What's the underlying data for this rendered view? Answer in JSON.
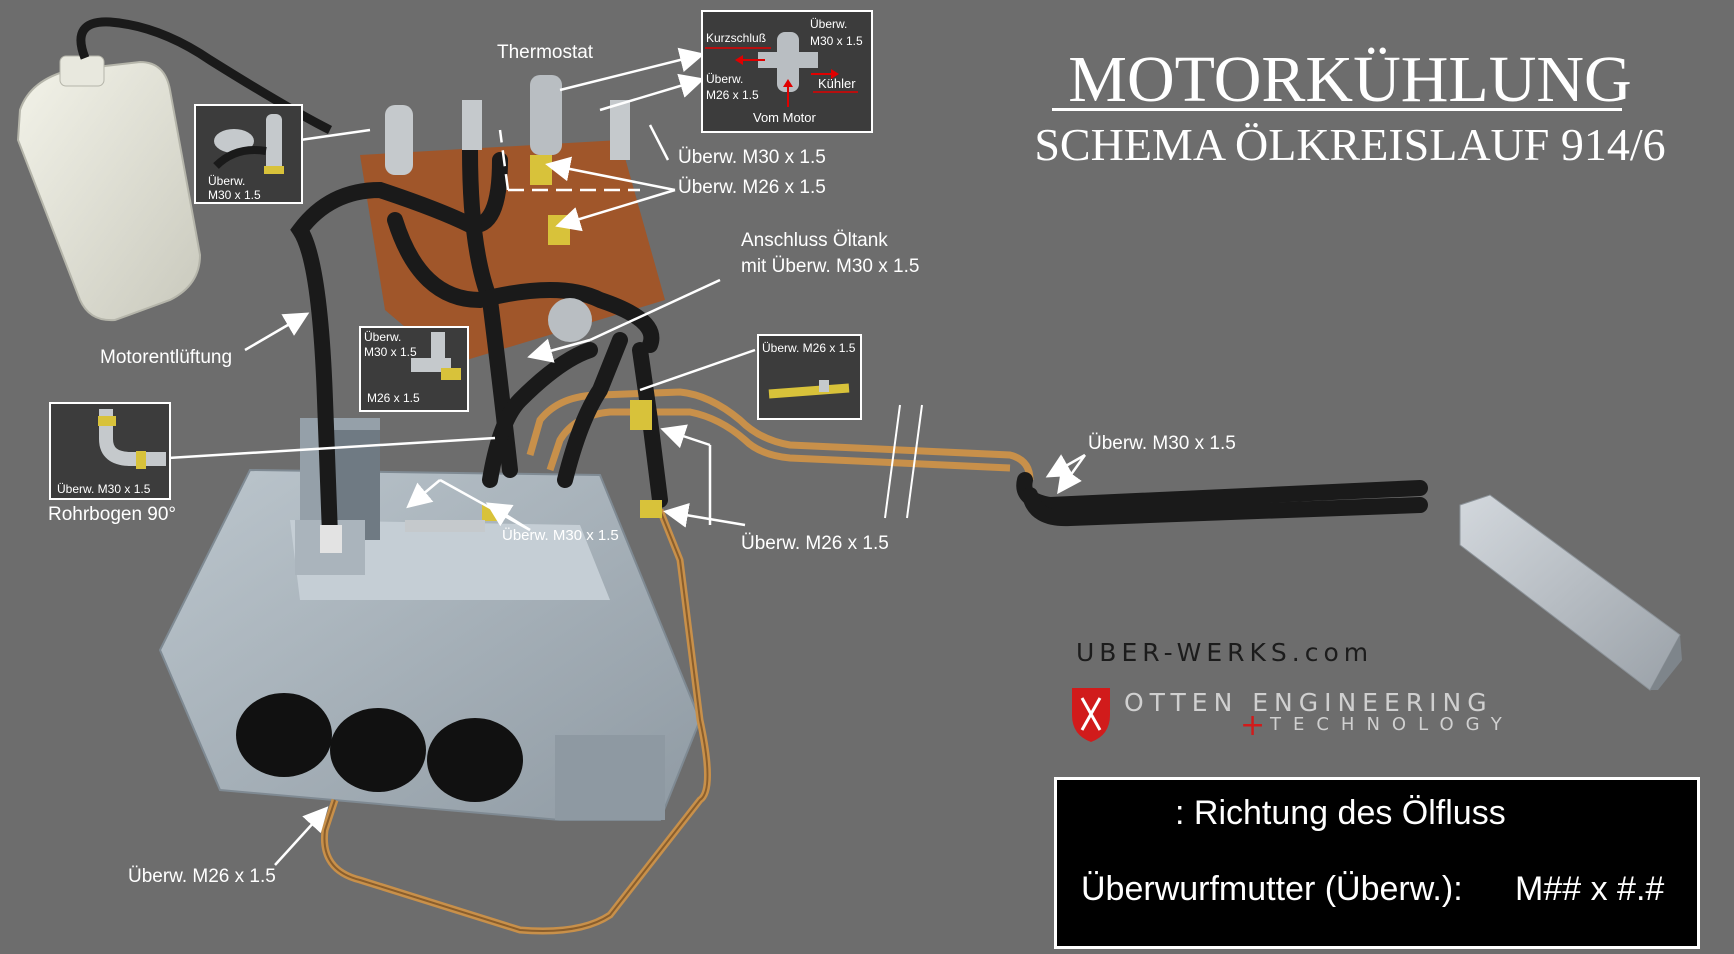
{
  "title": {
    "main": "MOTORKÜHLUNG",
    "sub": "SCHEMA ÖLKREISLAUF 914/6"
  },
  "labels": {
    "thermostat": "Thermostat",
    "m30_top": "Überw. M30 x 1.5",
    "m26_top": "Überw. M26 x 1.5",
    "oiltank_line1": "Anschluss Öltank",
    "oiltank_line2": "mit Überw. M30 x 1.5",
    "motorentlueftung": "Motorentlüftung",
    "rohrbogen": "Rohrbogen 90°",
    "m30_bottom": "Überw. M30 x 1.5",
    "m26_mid": "Überw. M26 x 1.5",
    "m30_right": "Überw. M30 x 1.5",
    "m26_bottom": "Überw. M26 x 1.5"
  },
  "insets": {
    "thermostat_detail": {
      "kurzschluss": "Kurzschluß",
      "uberw_m30_1": "Überw.",
      "uberw_m30_2": "M30 x 1.5",
      "uberw_m26_1": "Überw.",
      "uberw_m26_2": "M26 x 1.5",
      "kuehler": "Kühler",
      "vom_motor": "Vom Motor"
    },
    "tank_detail": {
      "line1": "Überw.",
      "line2": "M30 x 1.5"
    },
    "tee_detail": {
      "line1": "Überw.",
      "line2": "M30 x 1.5",
      "line3": "M26 x 1.5"
    },
    "pipe_detail": {
      "line1": "Überw. M26 x 1.5"
    },
    "elbow_detail": {
      "line1": "Überw. M30 x 1.5"
    }
  },
  "brand": {
    "site": "UBER-WERKS.com",
    "company_line1": "OTTEN ENGINEERING",
    "company_line2": "TECHNOLOGY",
    "plus": "+"
  },
  "legend": {
    "flow": ": Richtung des Ölfluss",
    "nut_label": "Überwurfmutter (Überw.):",
    "nut_format": "M## x #.#"
  },
  "colors": {
    "background": "#6d6d6d",
    "flow_arrow": "#e00000",
    "copper": "#c8904a",
    "hose": "#1a1a1a",
    "brass": "#d8c23a",
    "engine": "#a9b4bd",
    "plate": "#a0562a"
  }
}
